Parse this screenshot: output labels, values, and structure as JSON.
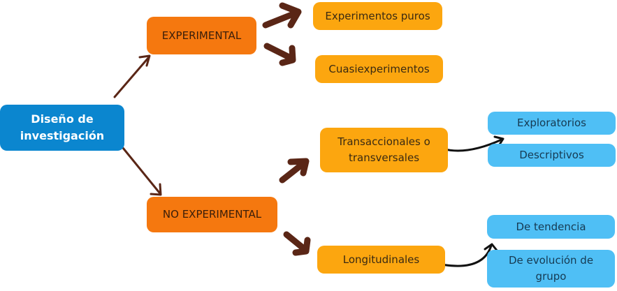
{
  "diagram": {
    "root": "Diseño de\ninvestigación",
    "experimental": {
      "label": "EXPERIMENTAL",
      "children": [
        "Experimentos puros",
        "Cuasiexperimentos"
      ]
    },
    "no_experimental": {
      "label": "NO EXPERIMENTAL",
      "transaccionales": {
        "label": "Transaccionales o\ntransversales",
        "children": [
          "Exploratorios",
          "Descriptivos"
        ]
      },
      "longitudinales": {
        "label": "Longitudinales",
        "children": [
          "De tendencia",
          "De evolución de\ngrupo"
        ]
      }
    }
  },
  "colors": {
    "root": "#0b86cf",
    "main": "#f5780f",
    "sub": "#fca60f",
    "leaf": "#4fbff5",
    "arrow_brown": "#5a2616",
    "arrow_black": "#111111"
  }
}
